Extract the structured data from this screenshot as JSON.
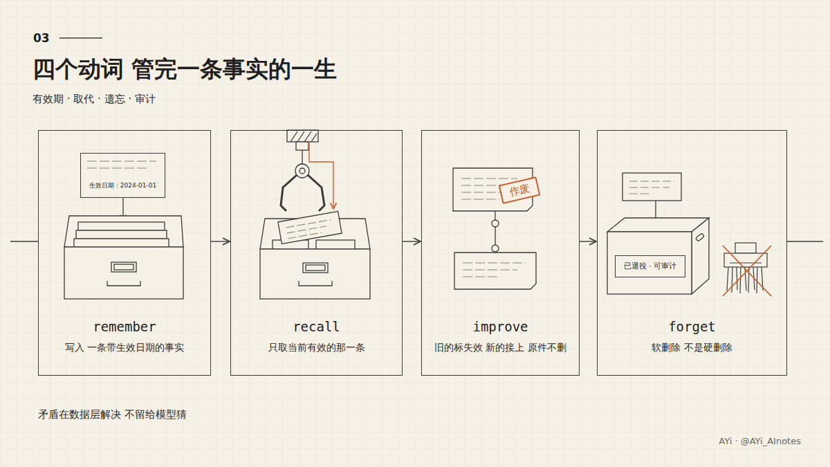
{
  "diagram": {
    "title": "四个动词 管完一条事实的一生",
    "caption": "矛盾在数据层解决 不留给模型猜",
    "nodes": [
      {
        "text": [
          "remember",
          "写入 一条带生效日期的事实"
        ]
      },
      {
        "text": [
          "生效日期：2024-01-01"
        ],
        "in": 0
      },
      {
        "text": [
          "recall",
          "只取当前有效的那一条"
        ]
      },
      {
        "text": [
          "improve",
          "旧的标失效 新的接上 原件不删"
        ]
      },
      {
        "text": [
          "作废"
        ],
        "in": 3
      },
      {
        "text": [
          "forget",
          "软删除 不是硬删除"
        ]
      },
      {
        "text": [
          "已退役 · 可审计"
        ],
        "in": 5
      }
    ],
    "edges": [
      {
        "from": 0,
        "to": 2,
        "arrow": "to"
      },
      {
        "from": 2,
        "to": 3,
        "arrow": "to"
      },
      {
        "from": 3,
        "to": 5,
        "arrow": "to"
      }
    ],
    "labels": [
      "03",
      "有效期 · 取代 · 遗忘 · 审计",
      "AYi · @AYi_AInotes"
    ]
  }
}
